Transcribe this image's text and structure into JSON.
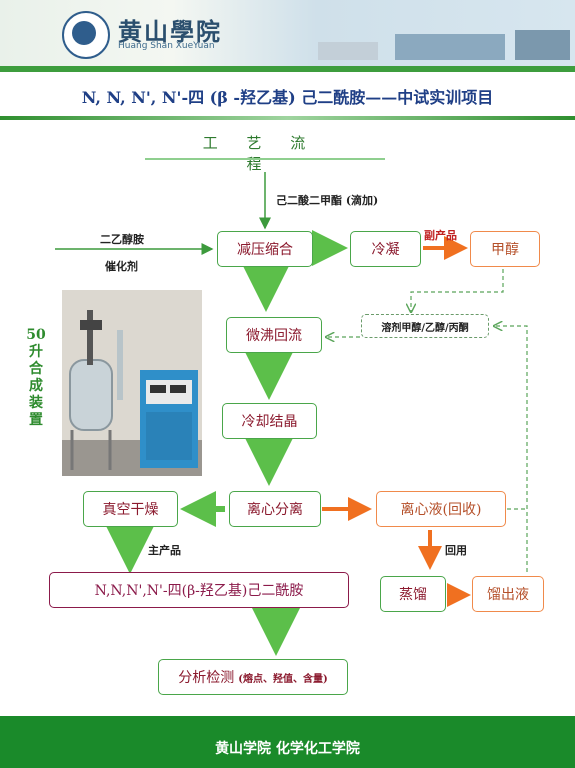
{
  "header": {
    "school_cn": "黄山學院",
    "school_en": "Huang Shan XueYuan"
  },
  "title": "N, N, N', N'-四 (β -羟乙基) 己二酰胺——中试实训项目",
  "subtitle": "工 艺 流 程",
  "inputs": {
    "diester": "己二酸二甲酯 (滴加)",
    "amine": "二乙醇胺",
    "catalyst": "催化剂"
  },
  "steps": {
    "condense": "减压缩合",
    "cool": "冷凝",
    "methanol": "甲醇",
    "reflux": "微沸回流",
    "solvent": "溶剂甲醇/乙醇/丙酮",
    "crystallize": "冷却结晶",
    "centrifuge": "离心分离",
    "dry": "真空干燥",
    "mother_liquor": "离心液(回收)",
    "distill": "蒸馏",
    "distillate": "馏出液",
    "product": "N,N,N',N'-四(β-羟乙基)己二酰胺",
    "analysis": "分析检测",
    "analysis_items": "(熔点、羟值、含量)"
  },
  "edge_labels": {
    "byproduct": "副产品",
    "main_product": "主产品",
    "reuse": "回用"
  },
  "apparatus_label": "50升合成装置",
  "footer": "黄山学院  化学化工学院"
}
